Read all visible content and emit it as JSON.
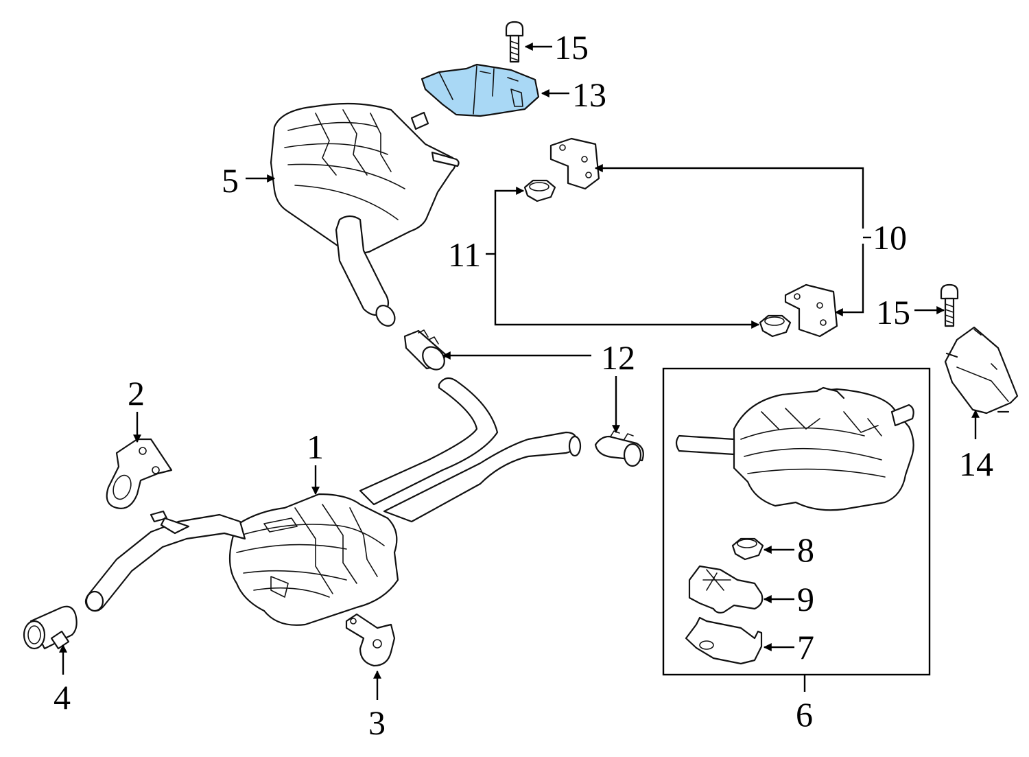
{
  "diagram": {
    "highlight_color": "#a9d8f5",
    "line_color": "#000000",
    "callouts": [
      {
        "id": "c1",
        "label": "1"
      },
      {
        "id": "c2",
        "label": "2"
      },
      {
        "id": "c3",
        "label": "3"
      },
      {
        "id": "c4",
        "label": "4"
      },
      {
        "id": "c5",
        "label": "5"
      },
      {
        "id": "c6",
        "label": "6"
      },
      {
        "id": "c7",
        "label": "7"
      },
      {
        "id": "c8",
        "label": "8"
      },
      {
        "id": "c9",
        "label": "9"
      },
      {
        "id": "c10",
        "label": "10"
      },
      {
        "id": "c11",
        "label": "11"
      },
      {
        "id": "c12",
        "label": "12"
      },
      {
        "id": "c13",
        "label": "13"
      },
      {
        "id": "c14",
        "label": "14"
      },
      {
        "id": "c15a",
        "label": "15"
      },
      {
        "id": "c15b",
        "label": "15"
      }
    ],
    "highlighted_part": "13"
  }
}
